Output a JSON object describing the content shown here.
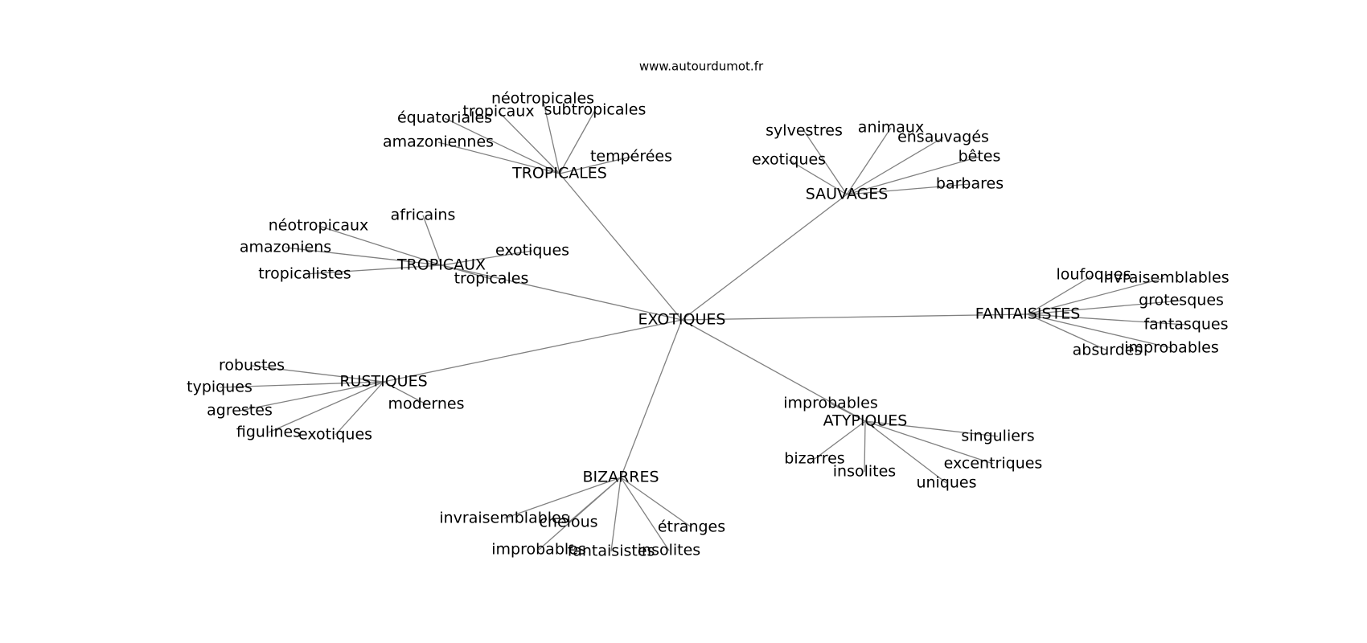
{
  "source": "www.autourdumot.fr",
  "center": "EXOTIQUES",
  "clusters": [
    {
      "label": "TROPICALES",
      "leaves": [
        "néotropicales",
        "équatoriales",
        "tropicaux",
        "subtropicales",
        "amazoniennes",
        "tempérées"
      ]
    },
    {
      "label": "SAUVAGES",
      "leaves": [
        "sylvestres",
        "animaux",
        "ensauvagés",
        "exotiques",
        "bêtes",
        "barbares"
      ]
    },
    {
      "label": "TROPICAUX",
      "leaves": [
        "africains",
        "néotropicaux",
        "amazoniens",
        "exotiques",
        "tropicalistes",
        "tropicales"
      ]
    },
    {
      "label": "FANTAISISTES",
      "leaves": [
        "loufoques",
        "invraisemblables",
        "grotesques",
        "fantasques",
        "absurdes",
        "improbables"
      ]
    },
    {
      "label": "RUSTIQUES",
      "leaves": [
        "robustes",
        "typiques",
        "agrestes",
        "modernes",
        "figulines",
        "exotiques"
      ]
    },
    {
      "label": "ATYPIQUES",
      "leaves": [
        "improbables",
        "singuliers",
        "bizarres",
        "excentriques",
        "insolites",
        "uniques"
      ]
    },
    {
      "label": "BIZARRES",
      "leaves": [
        "invraisemblables",
        "chelous",
        "étranges",
        "improbables",
        "fantaisistes",
        "insolites"
      ]
    }
  ]
}
